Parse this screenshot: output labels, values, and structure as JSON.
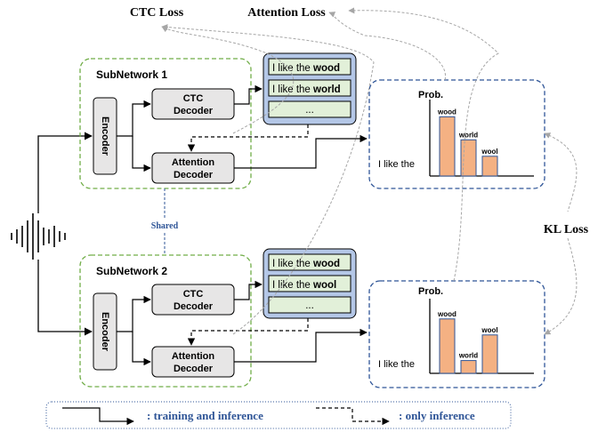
{
  "losses": {
    "ctc": "CTC Loss",
    "attention": "Attention Loss",
    "kl": "KL Loss"
  },
  "subnetworks": [
    {
      "title": "SubNetwork 1",
      "encoder": "Encoder",
      "ctc_decoder": [
        "CTC",
        "Decoder"
      ],
      "attention_decoder": [
        "Attention",
        "Decoder"
      ],
      "hypotheses": [
        {
          "prefix": "I like the ",
          "word": "wood"
        },
        {
          "prefix": "I like the ",
          "word": "world"
        },
        {
          "prefix": "...",
          "word": ""
        }
      ],
      "prob_chart": {
        "y_label": "Prob.",
        "context": "I like the",
        "bars": [
          {
            "label": "wood",
            "value": 0.9
          },
          {
            "label": "world",
            "value": 0.55
          },
          {
            "label": "wool",
            "value": 0.3
          }
        ]
      }
    },
    {
      "title": "SubNetwork 2",
      "encoder": "Encoder",
      "ctc_decoder": [
        "CTC",
        "Decoder"
      ],
      "attention_decoder": [
        "Attention",
        "Decoder"
      ],
      "hypotheses": [
        {
          "prefix": "I like the ",
          "word": "wood"
        },
        {
          "prefix": "I like the ",
          "word": "wool"
        },
        {
          "prefix": "...",
          "word": ""
        }
      ],
      "prob_chart": {
        "y_label": "Prob.",
        "context": "I like the",
        "bars": [
          {
            "label": "wood",
            "value": 0.85
          },
          {
            "label": "world",
            "value": 0.2
          },
          {
            "label": "wool",
            "value": 0.6
          }
        ]
      }
    }
  ],
  "shared_label": "Shared",
  "legend": {
    "training": ": training and inference",
    "inference": ": only inference"
  },
  "colors": {
    "green_dash": "#70ad47",
    "blue_dash": "#2f5597",
    "hyp_panel_fill": "#b4c7e7",
    "hyp_item_fill": "#e2f0d9",
    "bar_fill": "#f4b183",
    "bar_stroke": "#2f5597",
    "box_fill": "#e7e6e6",
    "legend_text": "#2f5597"
  }
}
